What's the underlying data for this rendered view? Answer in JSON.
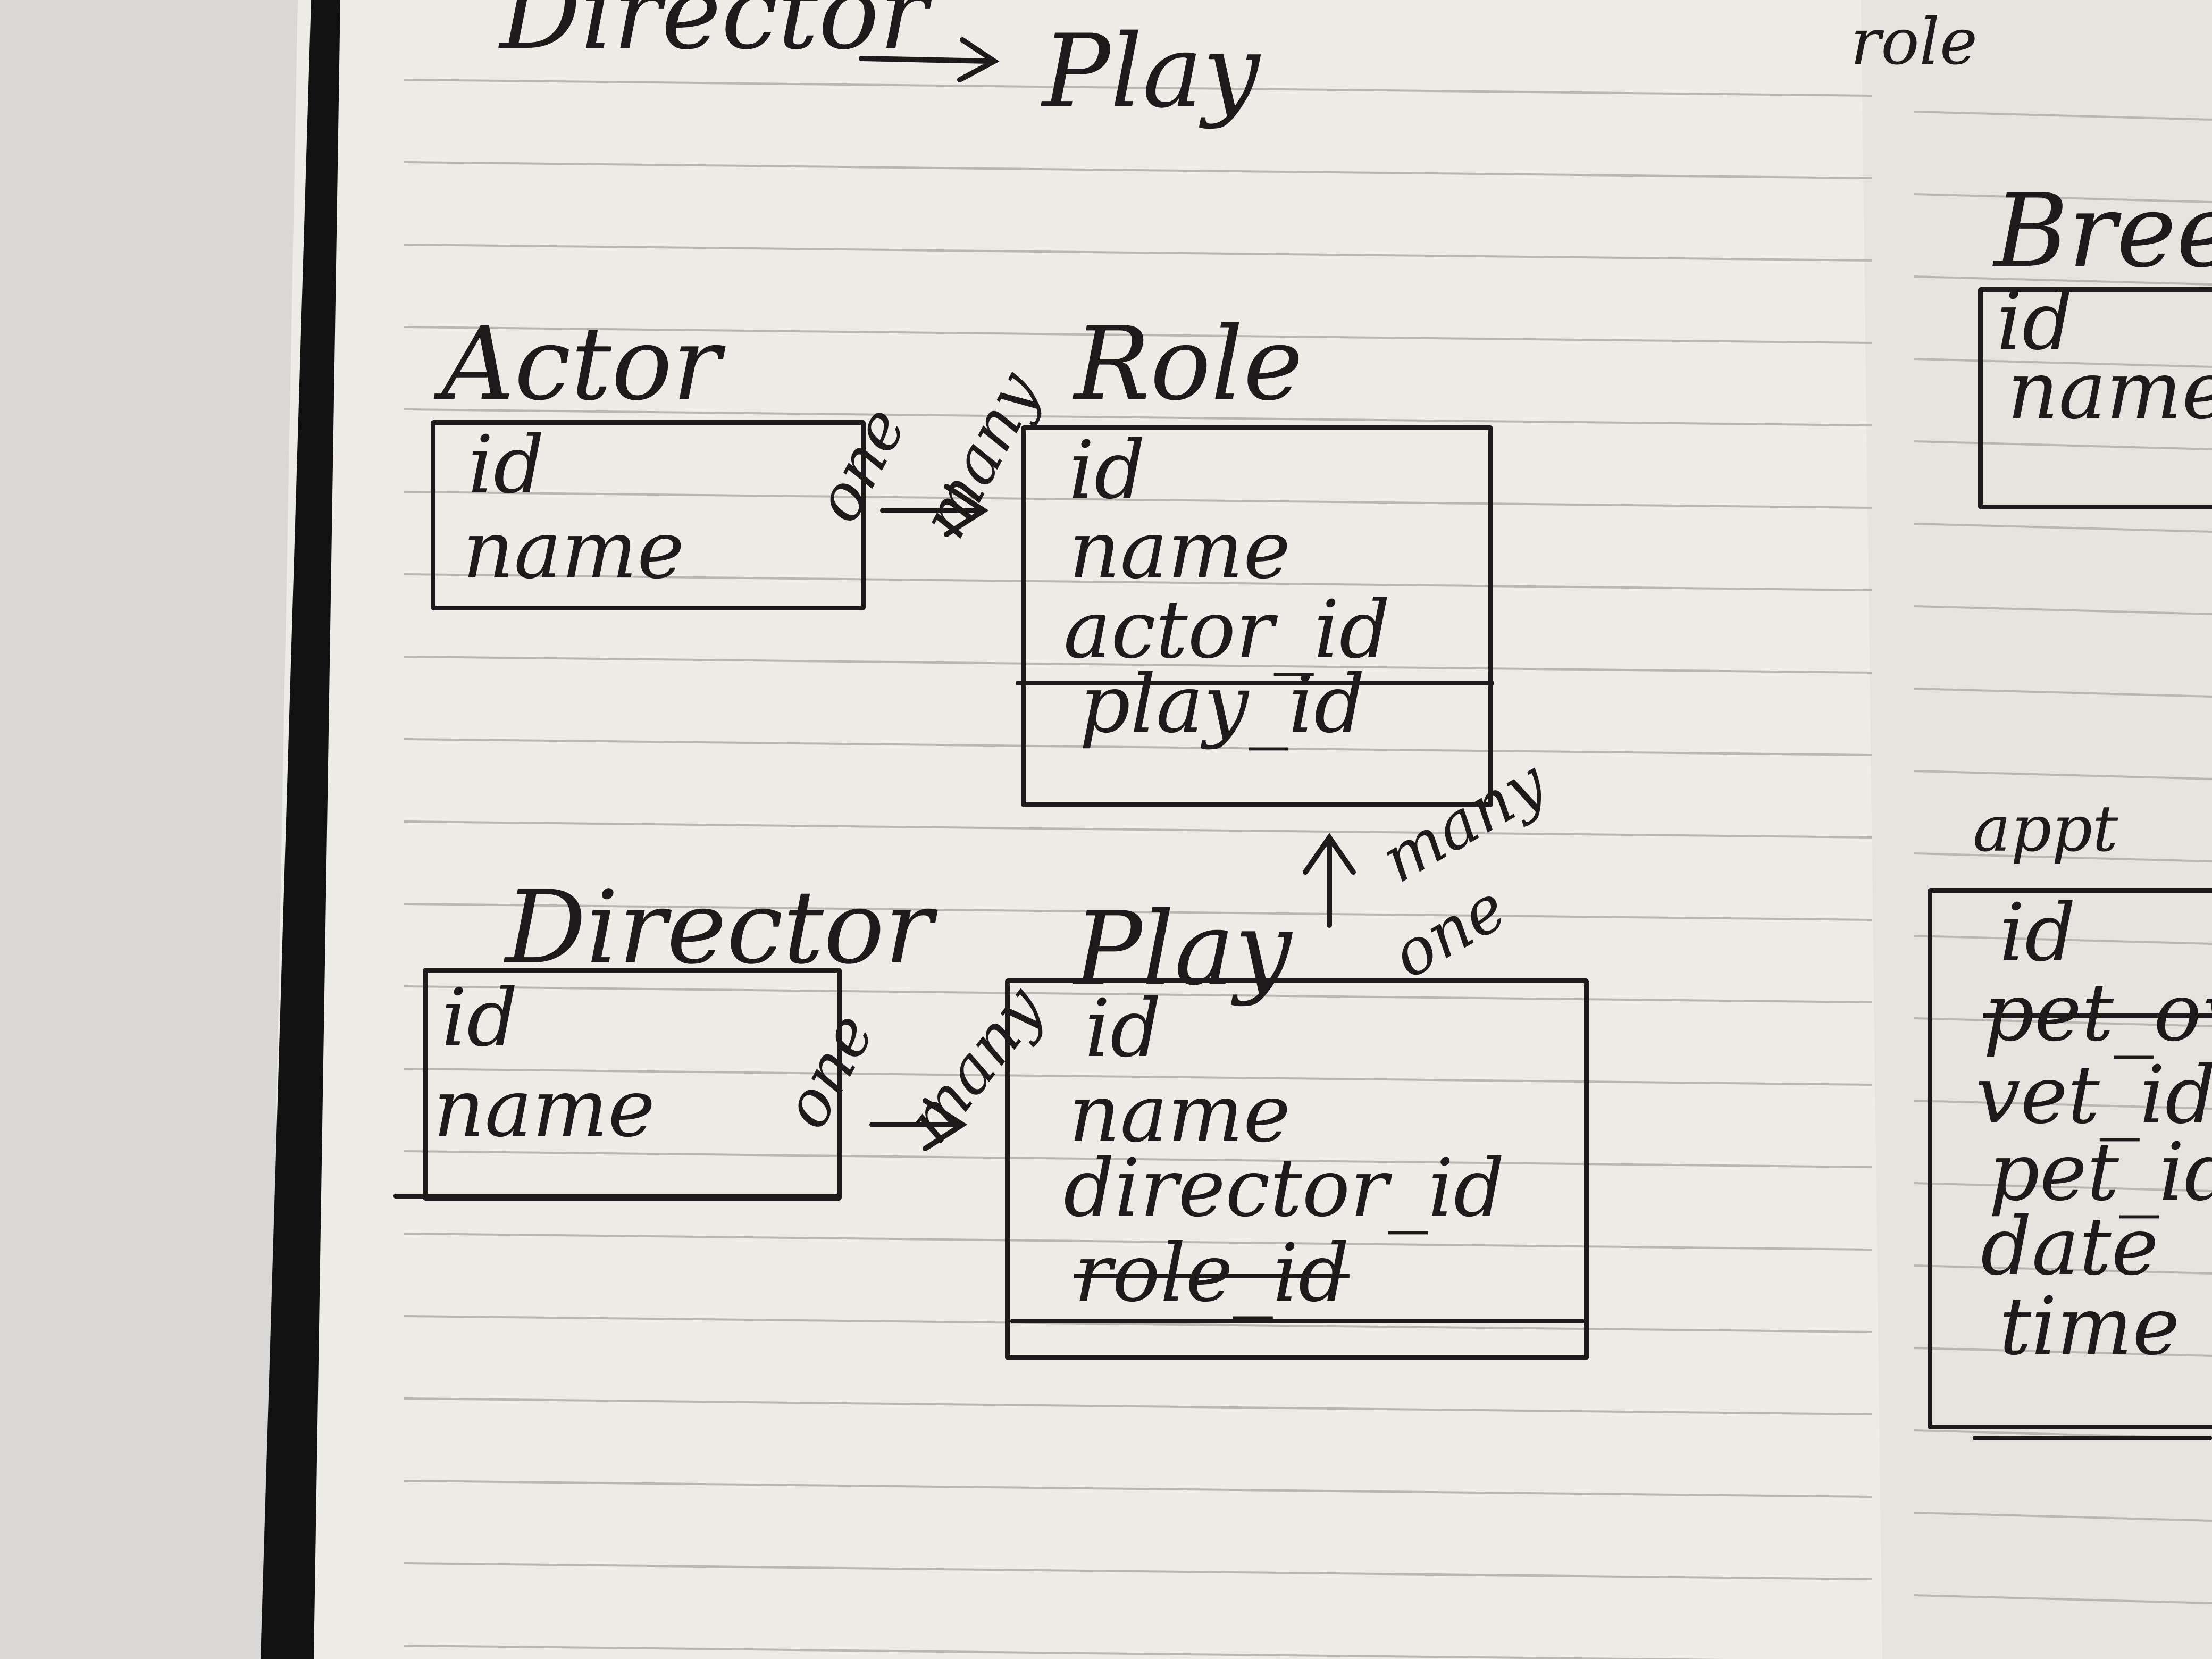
{
  "header": {
    "from": "Director",
    "to": "Play",
    "right_fragment": "role"
  },
  "entities": {
    "actor": {
      "title": "Actor",
      "fields": [
        "id",
        "name"
      ]
    },
    "role": {
      "title": "Role",
      "fields": [
        "id",
        "name",
        "actor_id",
        "play_id"
      ]
    },
    "director": {
      "title": "Director",
      "fields": [
        "id",
        "name"
      ]
    },
    "play": {
      "title": "Play",
      "fields": [
        "id",
        "name",
        "director_id"
      ],
      "struck_field": "role_id"
    },
    "breed": {
      "title": "Breed",
      "fields": [
        "id",
        "name"
      ]
    },
    "appt": {
      "title": "appt",
      "fields": [
        "id",
        "vet_id",
        "pet_id",
        "date",
        "time"
      ],
      "struck_field": "pet_owner"
    }
  },
  "relations": {
    "actor_role": {
      "one": "one",
      "many": "many"
    },
    "director_play": {
      "one": "one",
      "many": "many"
    },
    "play_role": {
      "one": "one",
      "many": "many"
    }
  },
  "colors": {
    "ink": "#1c1a1a",
    "paper": "#eeece6",
    "ruled_line": "#b9b7b2",
    "binding": "#111111"
  }
}
